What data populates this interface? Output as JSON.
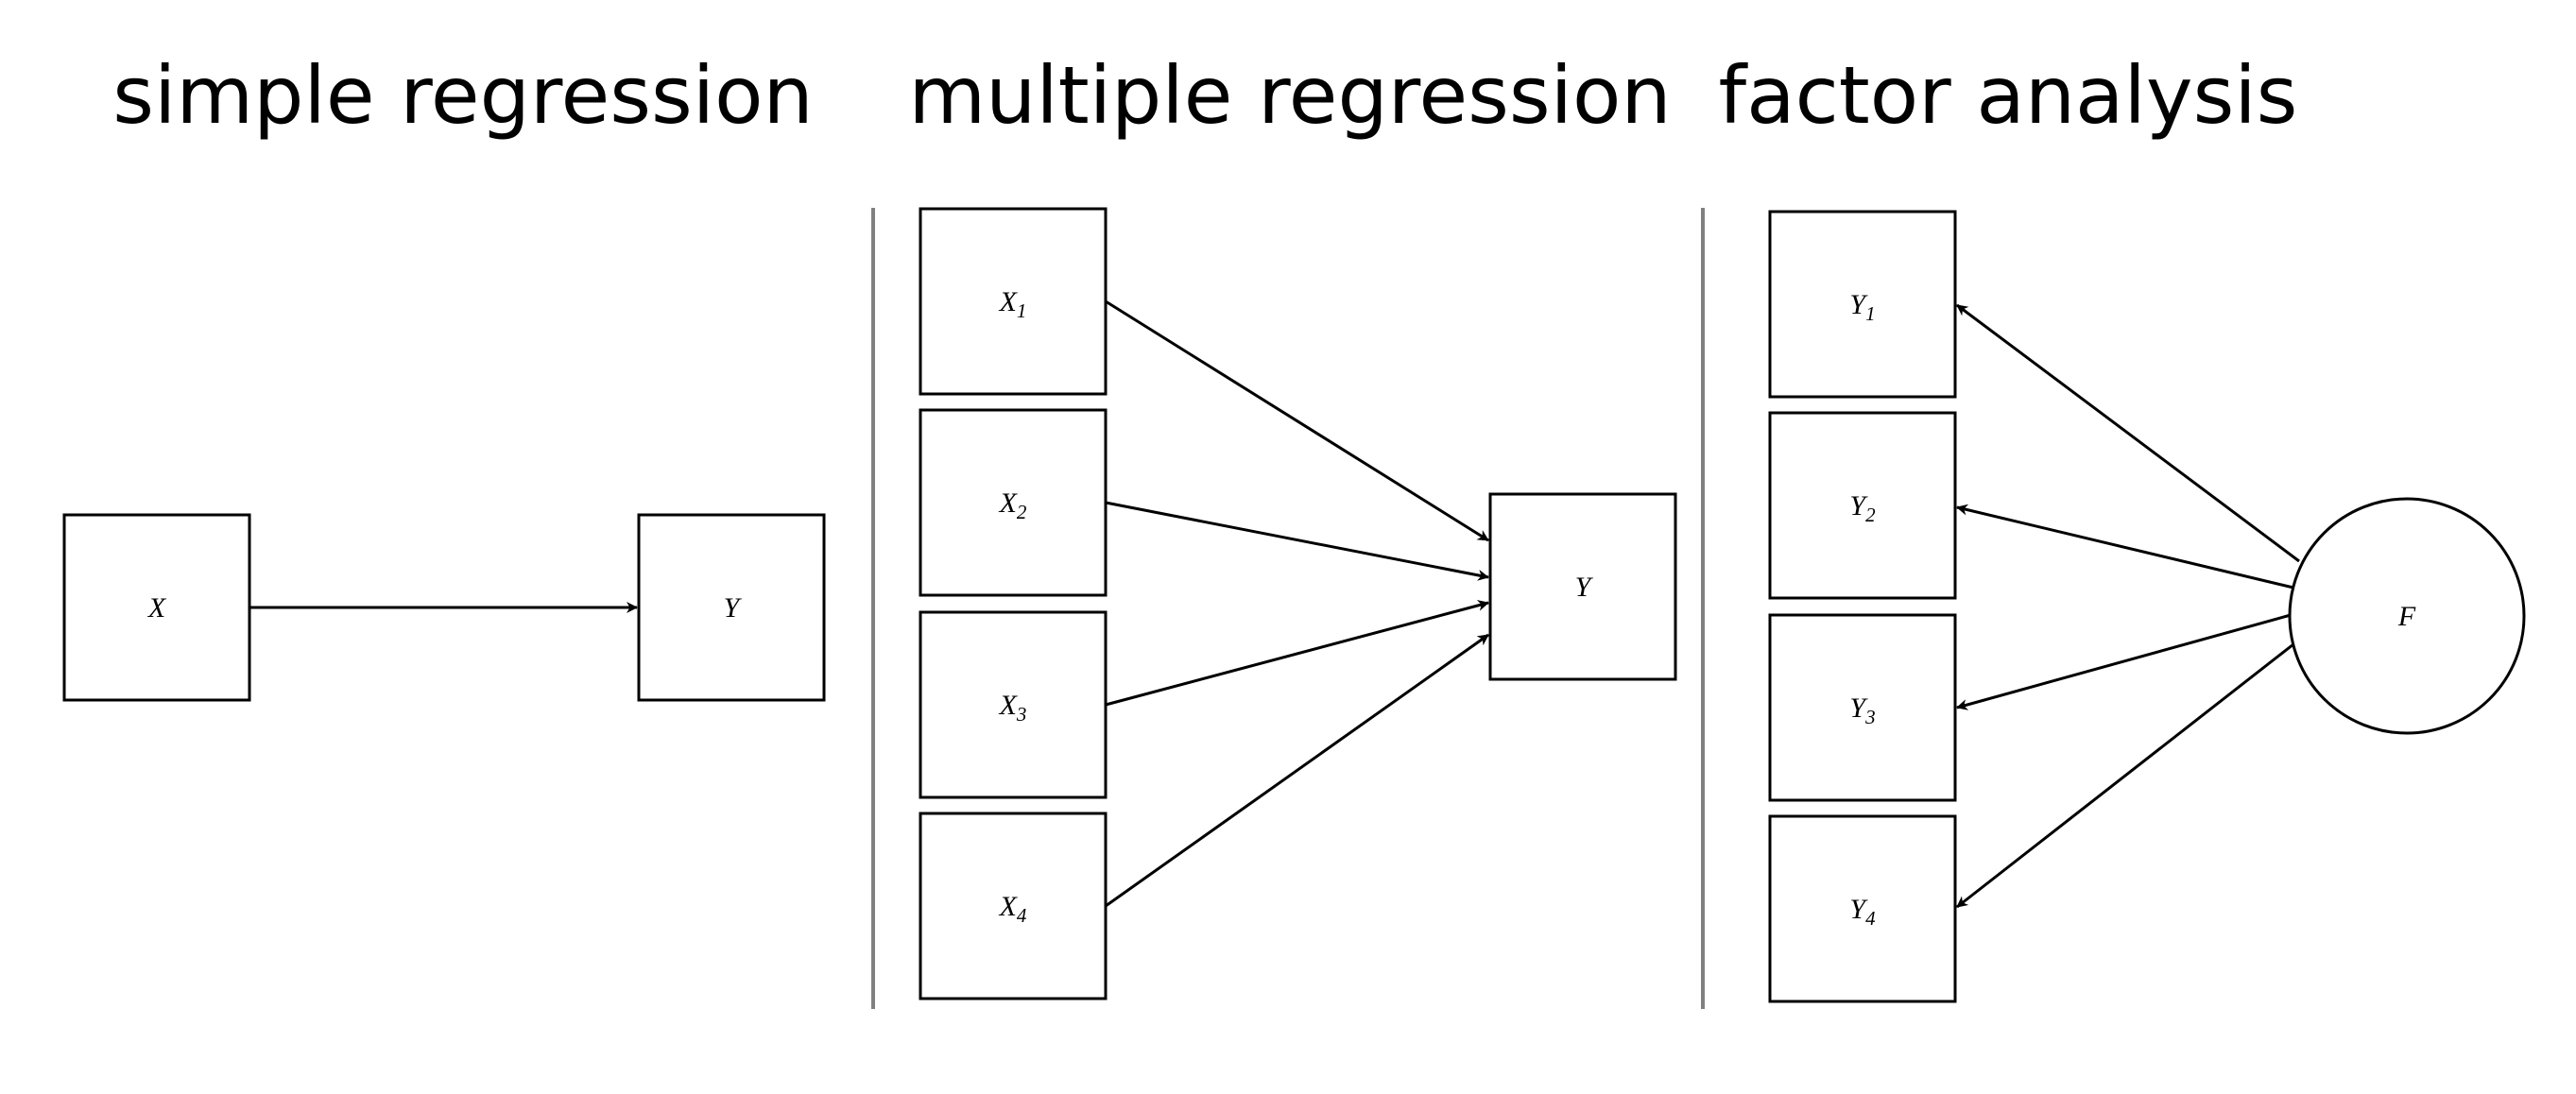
{
  "panels": {
    "simple": {
      "title": "simple regression",
      "x": {
        "base": "X",
        "sub": ""
      },
      "y": {
        "base": "Y",
        "sub": ""
      }
    },
    "multiple": {
      "title": "multiple regression",
      "predictors": [
        {
          "base": "X",
          "sub": "1"
        },
        {
          "base": "X",
          "sub": "2"
        },
        {
          "base": "X",
          "sub": "3"
        },
        {
          "base": "X",
          "sub": "4"
        }
      ],
      "outcome": {
        "base": "Y",
        "sub": ""
      }
    },
    "factor": {
      "title": "factor analysis",
      "indicators": [
        {
          "base": "Y",
          "sub": "1"
        },
        {
          "base": "Y",
          "sub": "2"
        },
        {
          "base": "Y",
          "sub": "3"
        },
        {
          "base": "Y",
          "sub": "4"
        }
      ],
      "factor": {
        "base": "F",
        "sub": ""
      }
    }
  },
  "colors": {
    "stroke": "#000000",
    "divider": "#808080",
    "background": "#ffffff"
  }
}
